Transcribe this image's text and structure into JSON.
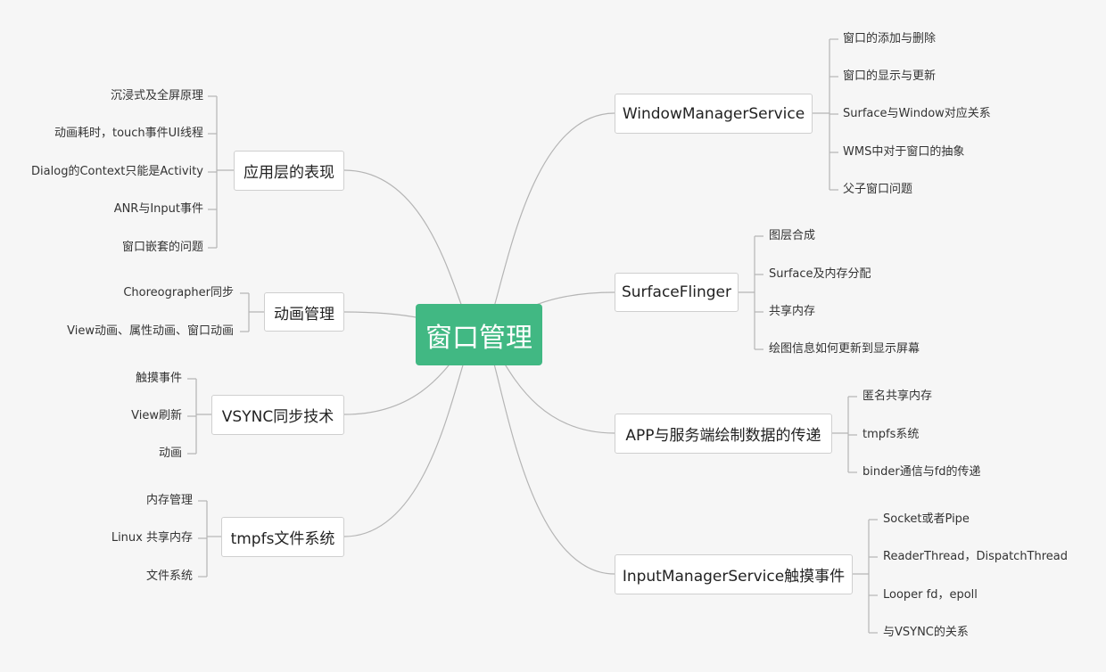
{
  "root": "窗口管理",
  "left": [
    {
      "title": "应用层的表现",
      "children": [
        "沉浸式及全屏原理",
        "动画耗时，touch事件UI线程",
        "Dialog的Context只能是Activity",
        "ANR与Input事件",
        "窗口嵌套的问题"
      ]
    },
    {
      "title": "动画管理",
      "children": [
        "Choreographer同步",
        "View动画、属性动画、窗口动画"
      ]
    },
    {
      "title": "VSYNC同步技术",
      "children": [
        "触摸事件",
        "View刷新",
        "动画"
      ]
    },
    {
      "title": "tmpfs文件系统",
      "children": [
        "内存管理",
        "Linux 共享内存",
        "文件系统"
      ]
    }
  ],
  "right": [
    {
      "title": "WindowManagerService",
      "children": [
        "窗口的添加与删除",
        "窗口的显示与更新",
        "Surface与Window对应关系",
        "WMS中对于窗口的抽象",
        "父子窗口问题"
      ]
    },
    {
      "title": "SurfaceFlinger",
      "children": [
        "图层合成",
        "Surface及内存分配",
        "共享内存",
        "绘图信息如何更新到显示屏幕"
      ]
    },
    {
      "title": "APP与服务端绘制数据的传递",
      "children": [
        "匿名共享内存",
        "tmpfs系统",
        "binder通信与fd的传递"
      ]
    },
    {
      "title": "InputManagerService触摸事件",
      "children": [
        "Socket或者Pipe",
        "ReaderThread，DispatchThread",
        "Looper fd，epoll",
        "与VSYNC的关系"
      ]
    }
  ],
  "colors": {
    "root": "#41b883",
    "line": "#b5b5b5",
    "border": "#cfcfcf",
    "background": "#f6f6f6"
  }
}
